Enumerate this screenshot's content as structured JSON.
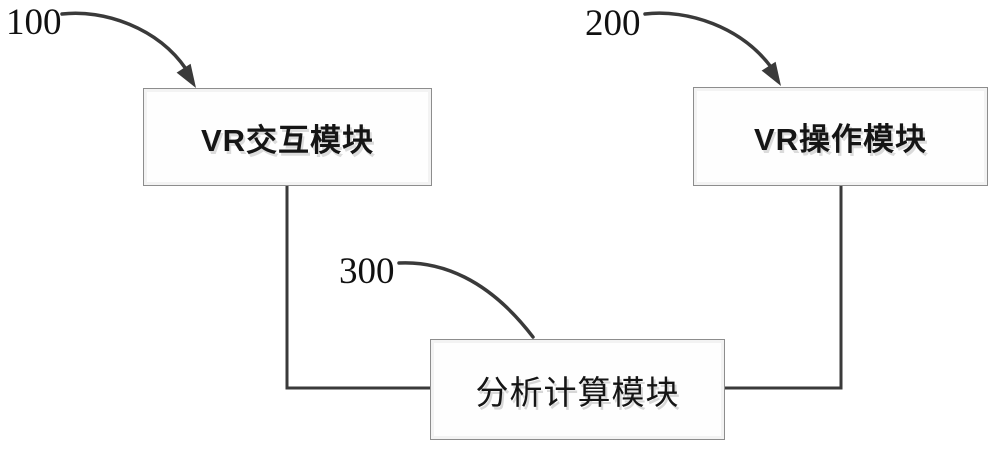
{
  "diagram": {
    "title": "VR system module block diagram",
    "background_color": "#ffffff",
    "line_color": "#3a3a3a",
    "box_border_color": "#8d8d8d",
    "text_color": "#151515",
    "nodes": [
      {
        "id": "node-100",
        "ref": "100",
        "label": "VR交互模块"
      },
      {
        "id": "node-200",
        "ref": "200",
        "label": "VR操作模块"
      },
      {
        "id": "node-300",
        "ref": "300",
        "label": "分析计算模块"
      }
    ],
    "connections": [
      {
        "from": "VR交互模块",
        "to": "分析计算模块",
        "style": "right-angle"
      },
      {
        "from": "VR操作模块",
        "to": "分析计算模块",
        "style": "right-angle"
      }
    ],
    "leaders": [
      {
        "ref": "100",
        "points_to": "VR交互模块",
        "arrowhead": true
      },
      {
        "ref": "200",
        "points_to": "VR操作模块",
        "arrowhead": true
      },
      {
        "ref": "300",
        "points_to": "分析计算模块",
        "arrowhead": false
      }
    ]
  }
}
